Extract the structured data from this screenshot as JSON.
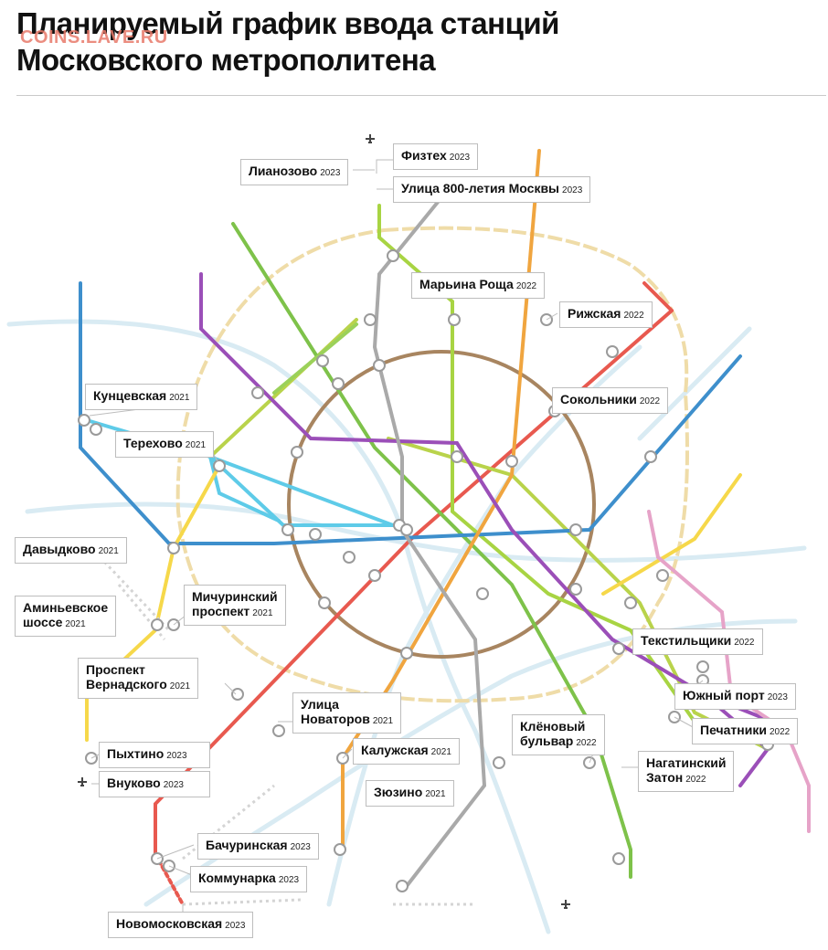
{
  "title": {
    "line1": "Планируемый график ввода станций",
    "line2": "Московского метрополитена"
  },
  "watermark": "COINS.LAVE.RU",
  "colors": {
    "ring_bcl": "#e9c77a",
    "koltsevaya": "#9c7a55",
    "red": "#e8594f",
    "green": "#7ec24a",
    "blue": "#3e8fcc",
    "lightblue": "#5ecbe8",
    "orange": "#f0a53f",
    "purple": "#9b4fb8",
    "yellow": "#f6d84a",
    "grey": "#a9a9a9",
    "lime": "#b7d24a",
    "lightgreen": "#9ccc3a",
    "pink": "#e38fbf",
    "mcd": "#d8e8f0"
  },
  "icons": [
    "airplane-icon",
    "airplane-icon",
    "airplane-icon"
  ],
  "stations": [
    {
      "name": "Физтех",
      "year": "2023"
    },
    {
      "name": "Лианозово",
      "year": "2023"
    },
    {
      "name": "Улица 800-летия Москвы",
      "year": "2023"
    },
    {
      "name": "Марьина Роща",
      "year": "2022"
    },
    {
      "name": "Рижская",
      "year": "2022"
    },
    {
      "name": "Кунцевская",
      "year": "2021"
    },
    {
      "name": "Сокольники",
      "year": "2022"
    },
    {
      "name": "Терехово",
      "year": "2021"
    },
    {
      "name": "Давыдково",
      "year": "2021"
    },
    {
      "name": "Мичуринский",
      "name2": "проспект",
      "year": "2021"
    },
    {
      "name": "Аминьевское",
      "name2": "шоссе",
      "year": "2021"
    },
    {
      "name": "Текстильщики",
      "year": "2022"
    },
    {
      "name": "Проспект",
      "name2": "Вернадского",
      "year": "2021"
    },
    {
      "name": "Южный порт",
      "year": "2023"
    },
    {
      "name": "Улица",
      "name2": "Новаторов",
      "year": "2021"
    },
    {
      "name": "Печатники",
      "year": "2022"
    },
    {
      "name": "Клёновый",
      "name2": "бульвар",
      "year": "2022"
    },
    {
      "name": "Калужская",
      "year": "2021"
    },
    {
      "name": "Нагатинский",
      "name2": "Затон",
      "year": "2022"
    },
    {
      "name": "Пыхтино",
      "year": "2023"
    },
    {
      "name": "Зюзино",
      "year": "2021"
    },
    {
      "name": "Внуково",
      "year": "2023"
    },
    {
      "name": "Бачуринская",
      "year": "2023"
    },
    {
      "name": "Коммунарка",
      "year": "2023"
    },
    {
      "name": "Новомосковская",
      "year": "2023"
    }
  ]
}
